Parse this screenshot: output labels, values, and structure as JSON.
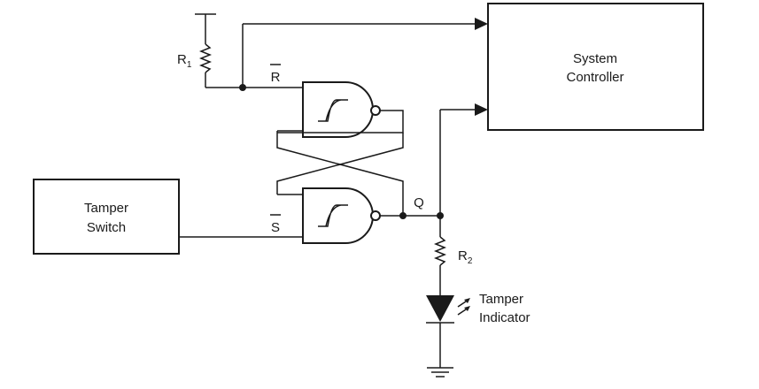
{
  "blocks": {
    "system_controller": [
      "System",
      "Controller"
    ],
    "tamper_switch": [
      "Tamper",
      "Switch"
    ]
  },
  "signals": {
    "r_bar": "R",
    "s_bar": "S",
    "q": "Q"
  },
  "components": {
    "r1": {
      "letter": "R",
      "sub": "1"
    },
    "r2": {
      "letter": "R",
      "sub": "2"
    },
    "indicator": [
      "Tamper",
      "Indicator"
    ]
  }
}
